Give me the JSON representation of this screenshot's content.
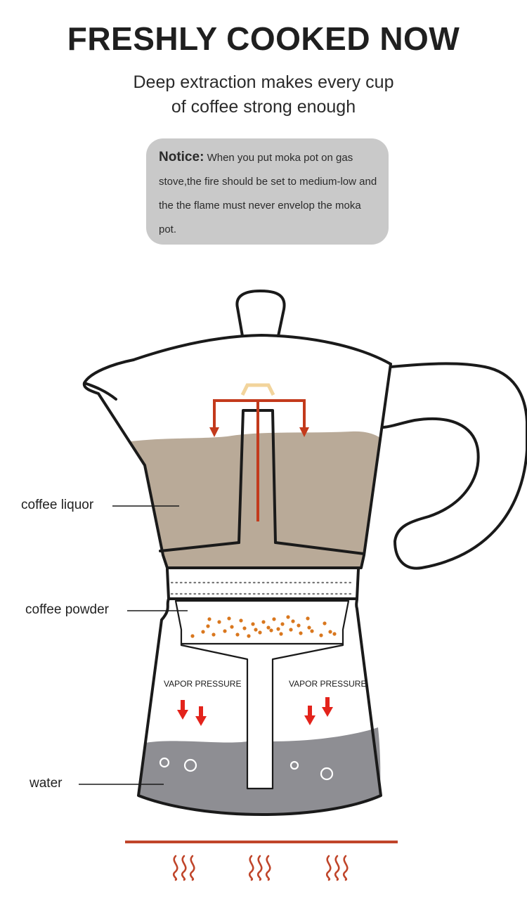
{
  "header": {
    "title": "FRESHLY COOKED NOW",
    "subtitle_line1": "Deep extraction makes every cup",
    "subtitle_line2": "of coffee strong enough"
  },
  "notice": {
    "label": "Notice:",
    "text": "When you put moka pot on gas stove,the fire should be set to medium-low and the the flame must never envelop the moka pot."
  },
  "diagram": {
    "labels": {
      "coffee_liquor": "coffee liquor",
      "coffee_powder": "coffee powder",
      "water": "water"
    },
    "vapor_left": "VAPOR PRESSURE",
    "vapor_right": "VAPOR PRESSURE"
  },
  "colors": {
    "liquor": "#b9aa98",
    "water": "#8e8e93",
    "flow_arrow": "#c33a1c",
    "pressure_arrow": "#e3231b",
    "grounds": "#d9771e",
    "heat": "#c0452a",
    "valve": "#f2d49c",
    "outline": "#1a1a1a"
  }
}
